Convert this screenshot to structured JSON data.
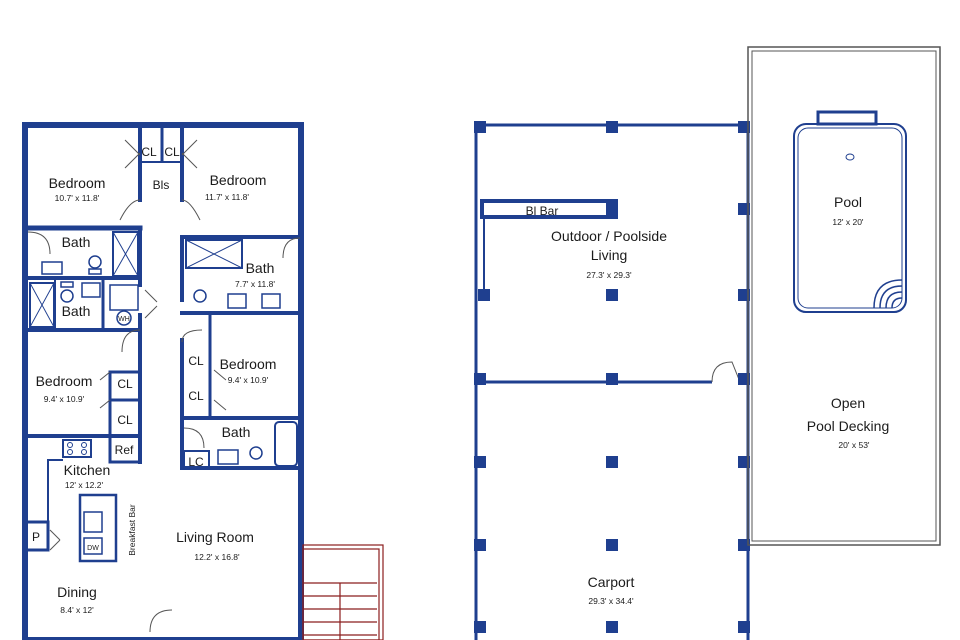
{
  "colors": {
    "wall": "#1f3f8f",
    "stair": "#8b1d1d",
    "ink": "#1b1b1b",
    "thin": "#555555"
  },
  "main_unit": {
    "rooms": [
      {
        "key": "bed_nw",
        "name": "Bedroom",
        "dims": "10.7' x 11.8'"
      },
      {
        "key": "bed_ne",
        "name": "Bedroom",
        "dims": "11.7' x 11.8'"
      },
      {
        "key": "bath_w",
        "name": "Bath",
        "dims": ""
      },
      {
        "key": "bath_center",
        "name": "Bath",
        "dims": "7.7' x 11.8'"
      },
      {
        "key": "bath_sw",
        "name": "Bath",
        "dims": ""
      },
      {
        "key": "bed_w",
        "name": "Bedroom",
        "dims": "9.4' x 10.9'"
      },
      {
        "key": "bed_e",
        "name": "Bedroom",
        "dims": "9.4' x 10.9'"
      },
      {
        "key": "bath_e",
        "name": "Bath",
        "dims": ""
      },
      {
        "key": "kitchen",
        "name": "Kitchen",
        "dims": "12' x 12.2'"
      },
      {
        "key": "living",
        "name": "Living Room",
        "dims": "12.2' x 16.8'"
      },
      {
        "key": "dining",
        "name": "Dining",
        "dims": "8.4' x 12'"
      }
    ],
    "closets": [
      "CL",
      "CL",
      "CL",
      "CL",
      "CL",
      "CL"
    ],
    "built_ins": "Bls",
    "linen_closet": "LC",
    "fridge": "Ref",
    "pantry": "P",
    "dishwasher": "DW",
    "water_heater": "WH",
    "breakfast_bar": "Breakfast Bar"
  },
  "outdoor": {
    "bar": "Bl Bar",
    "living_line1": "Outdoor / Poolside",
    "living_line2": "Living",
    "living_dims": "27.3' x 29.3'",
    "carport": "Carport",
    "carport_dims": "29.3' x 34.4'",
    "pool": "Pool",
    "pool_dims": "12' x 20'",
    "decking_line1": "Open",
    "decking_line2": "Pool Decking",
    "decking_dims": "20' x 53'"
  }
}
